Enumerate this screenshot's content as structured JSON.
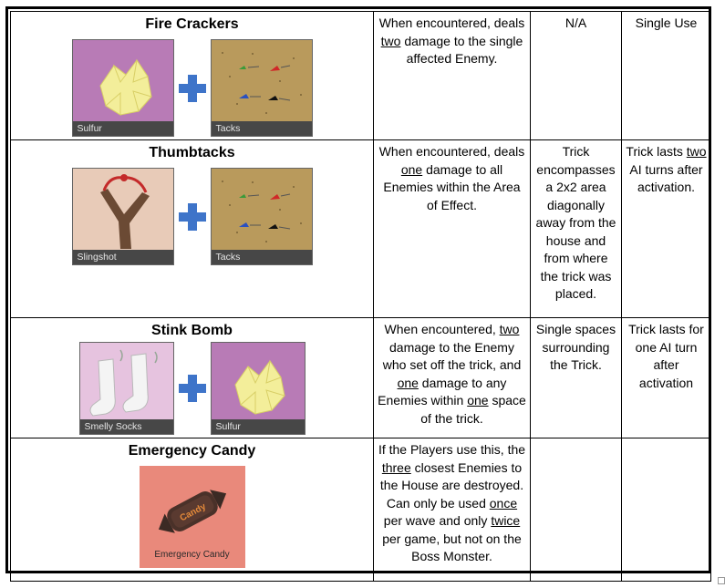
{
  "rows": [
    {
      "title": "Fire Crackers",
      "ingredients": [
        "Sulfur",
        "Tacks"
      ],
      "effect": [
        "When encountered, deals ",
        "two",
        " damage to the single affected Enemy."
      ],
      "area": "N/A",
      "duration": [
        "",
        "",
        "Single Use"
      ]
    },
    {
      "title": "Thumbtacks",
      "ingredients": [
        "Slingshot",
        "Tacks"
      ],
      "effect": [
        "When encountered, deals ",
        "one",
        " damage to all Enemies within the Area of Effect."
      ],
      "area": "Trick encompasses a 2x2 area diagonally away from the house and from where the trick was placed.",
      "duration": [
        "Trick lasts ",
        "two",
        " AI turns after activation."
      ]
    },
    {
      "title": "Stink Bomb",
      "ingredients": [
        "Smelly Socks",
        "Sulfur"
      ],
      "effect": [
        "",
        "two",
        " damage to the Enemy who set off the trick, and ",
        "one",
        " damage to any Enemies within ",
        "one",
        " space of the trick."
      ],
      "effect_lead": "When encountered,",
      "area": "Single spaces surrounding the Trick.",
      "duration": [
        "",
        "",
        "Trick lasts for one AI turn after activation"
      ]
    },
    {
      "title": "Emergency Candy",
      "ingredients": [
        "Emergency Candy"
      ],
      "effect": [
        "If the Players use this, the ",
        "three",
        " closest Enemies to the House are destroyed."
      ],
      "effect2": [
        "Can only be used ",
        "once",
        " per wave and only ",
        "twice",
        " per game, but not on the Boss Monster."
      ],
      "candy_wrapper_text": "Candy",
      "area": "",
      "duration": [
        "",
        "",
        ""
      ]
    }
  ],
  "icons": {
    "plus": "plus-icon",
    "sulfur": "sulfur-crystal-icon",
    "tacks": "tacks-icon",
    "slingshot": "slingshot-icon",
    "socks": "smelly-socks-icon",
    "candy": "candy-icon"
  },
  "colors": {
    "plus": "#3e74c9",
    "sulfur_bg": "#b87bb6",
    "tacks_bg": "#b99a5c",
    "slingshot_bg": "#e8cbb8",
    "socks_bg": "#e6c3df",
    "candy_bg": "#e9897b"
  }
}
